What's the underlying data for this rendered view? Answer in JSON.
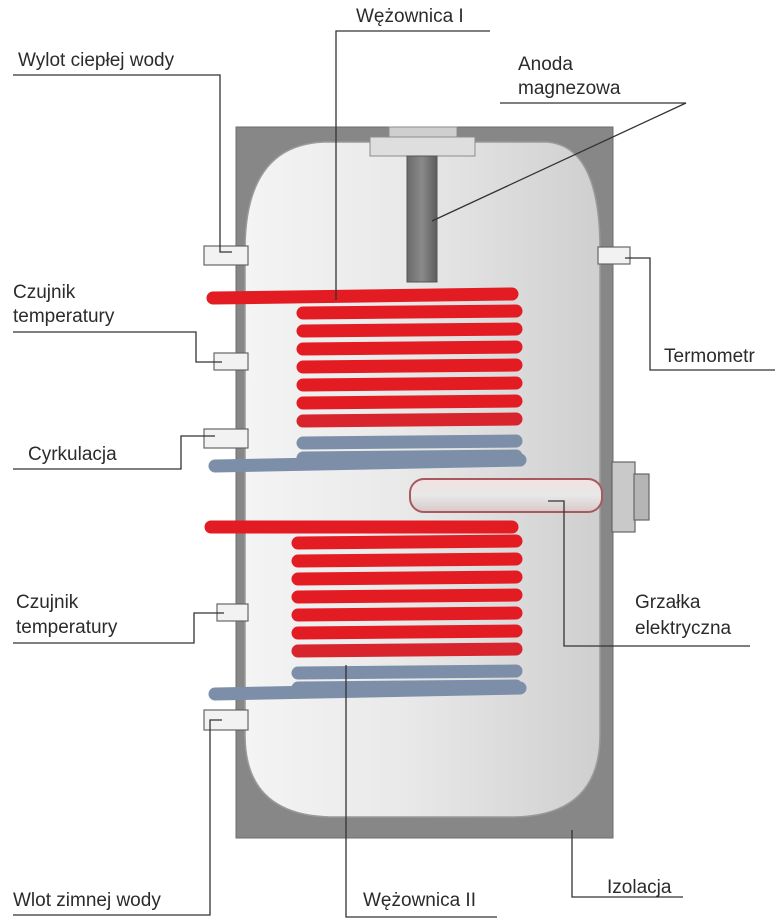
{
  "diagram": {
    "colors": {
      "insulation": "#888888",
      "tank_body": "#e6e6e6",
      "hot_coil": "#e31b23",
      "cold_coil": "#7d8ea8",
      "leader_line": "#333333",
      "label_text": "#2b2b2b"
    },
    "labels": {
      "hot_water_outlet": "Wylot ciepłej wody",
      "upper_temperature_sensor_line1": "Czujnik",
      "upper_temperature_sensor_line2": "temperatury",
      "circulation": "Cyrkulacja",
      "lower_temperature_sensor_line1": "Czujnik",
      "lower_temperature_sensor_line2": "temperatury",
      "cold_water_inlet": "Wlot zimnej wody",
      "upper_coil": "Wężownica I",
      "magnesium_anode_line1": "Anoda",
      "magnesium_anode_line2": "magnezowa",
      "thermometer": "Termometr",
      "electric_heater_line1": "Grzałka",
      "electric_heater_line2": "elektryczna",
      "insulation": "Izolacja",
      "lower_coil": "Wężownica II"
    }
  }
}
